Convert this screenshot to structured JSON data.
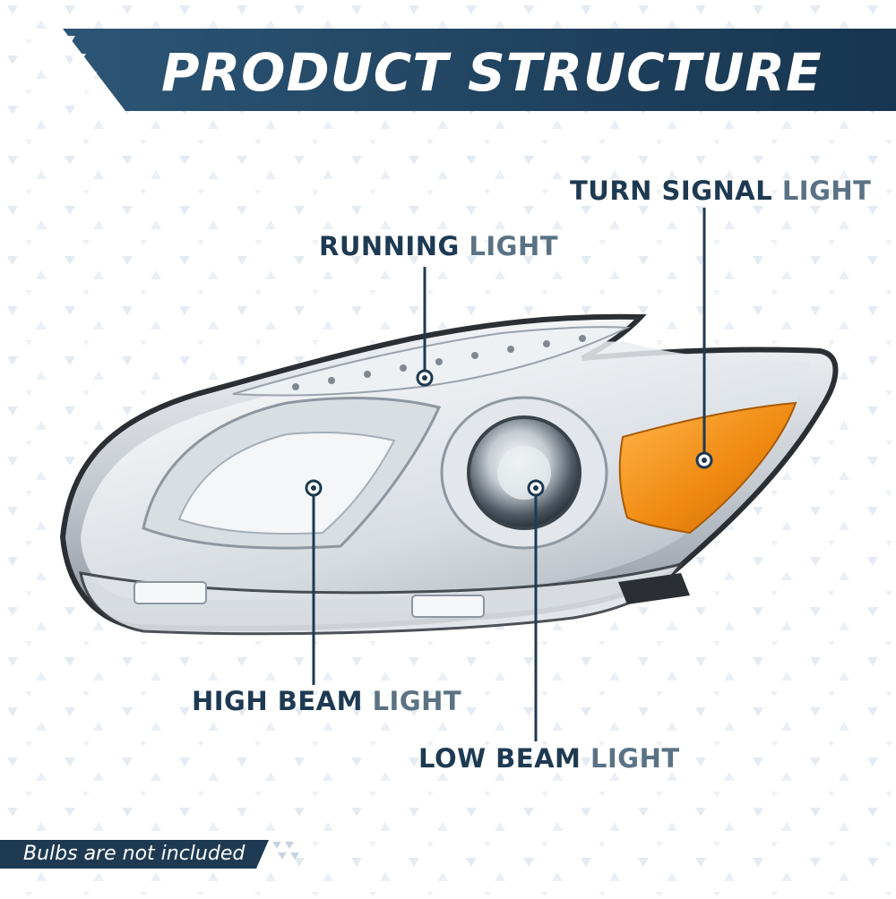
{
  "banner": {
    "title": "PRODUCT STRUCTURE"
  },
  "callouts": {
    "turn_signal": {
      "word1": "TURN SIGNAL",
      "word2": "LIGHT"
    },
    "running": {
      "word1": "RUNNING",
      "word2": "LIGHT"
    },
    "high_beam": {
      "word1": "HIGH BEAM",
      "word2": "LIGHT"
    },
    "low_beam": {
      "word1": "LOW BEAM",
      "word2": "LIGHT"
    }
  },
  "footer": {
    "note": "Bulbs are not included"
  },
  "colors": {
    "banner_dark": "#17354f",
    "banner_mid": "#2c5575",
    "label_dark": "#1e3a52",
    "label_light": "#5a7284",
    "amber": "#f08a12",
    "chrome": "#c9ced4"
  },
  "icons": [
    "triangle-pattern-icon",
    "leader-dot-icon"
  ]
}
